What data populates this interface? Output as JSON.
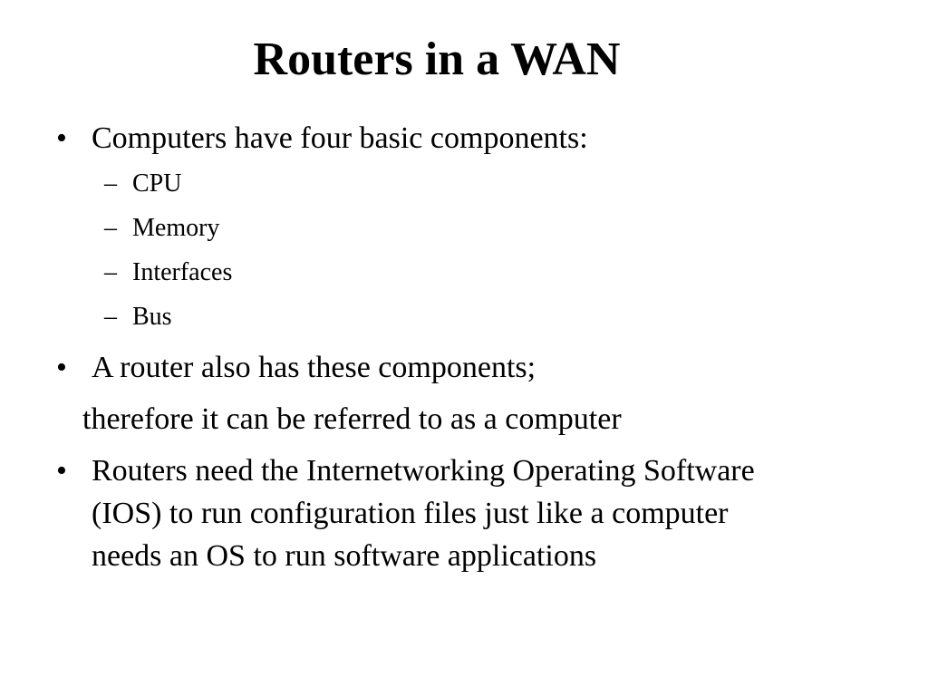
{
  "slide": {
    "title": "Routers in a WAN",
    "bullet_symbol": "•",
    "dash_symbol": "–",
    "bullet1": {
      "text": "Computers have four basic components:",
      "subitems": [
        "CPU",
        "Memory",
        "Interfaces",
        "Bus"
      ]
    },
    "bullet2": {
      "text": "A router also has these components;",
      "continuation": "therefore it can be referred to as a computer"
    },
    "bullet3": {
      "lines": [
        "Routers need the Internetworking Operating Software",
        "(IOS) to run configuration files just like a computer",
        "needs an OS to run software applications"
      ]
    }
  }
}
